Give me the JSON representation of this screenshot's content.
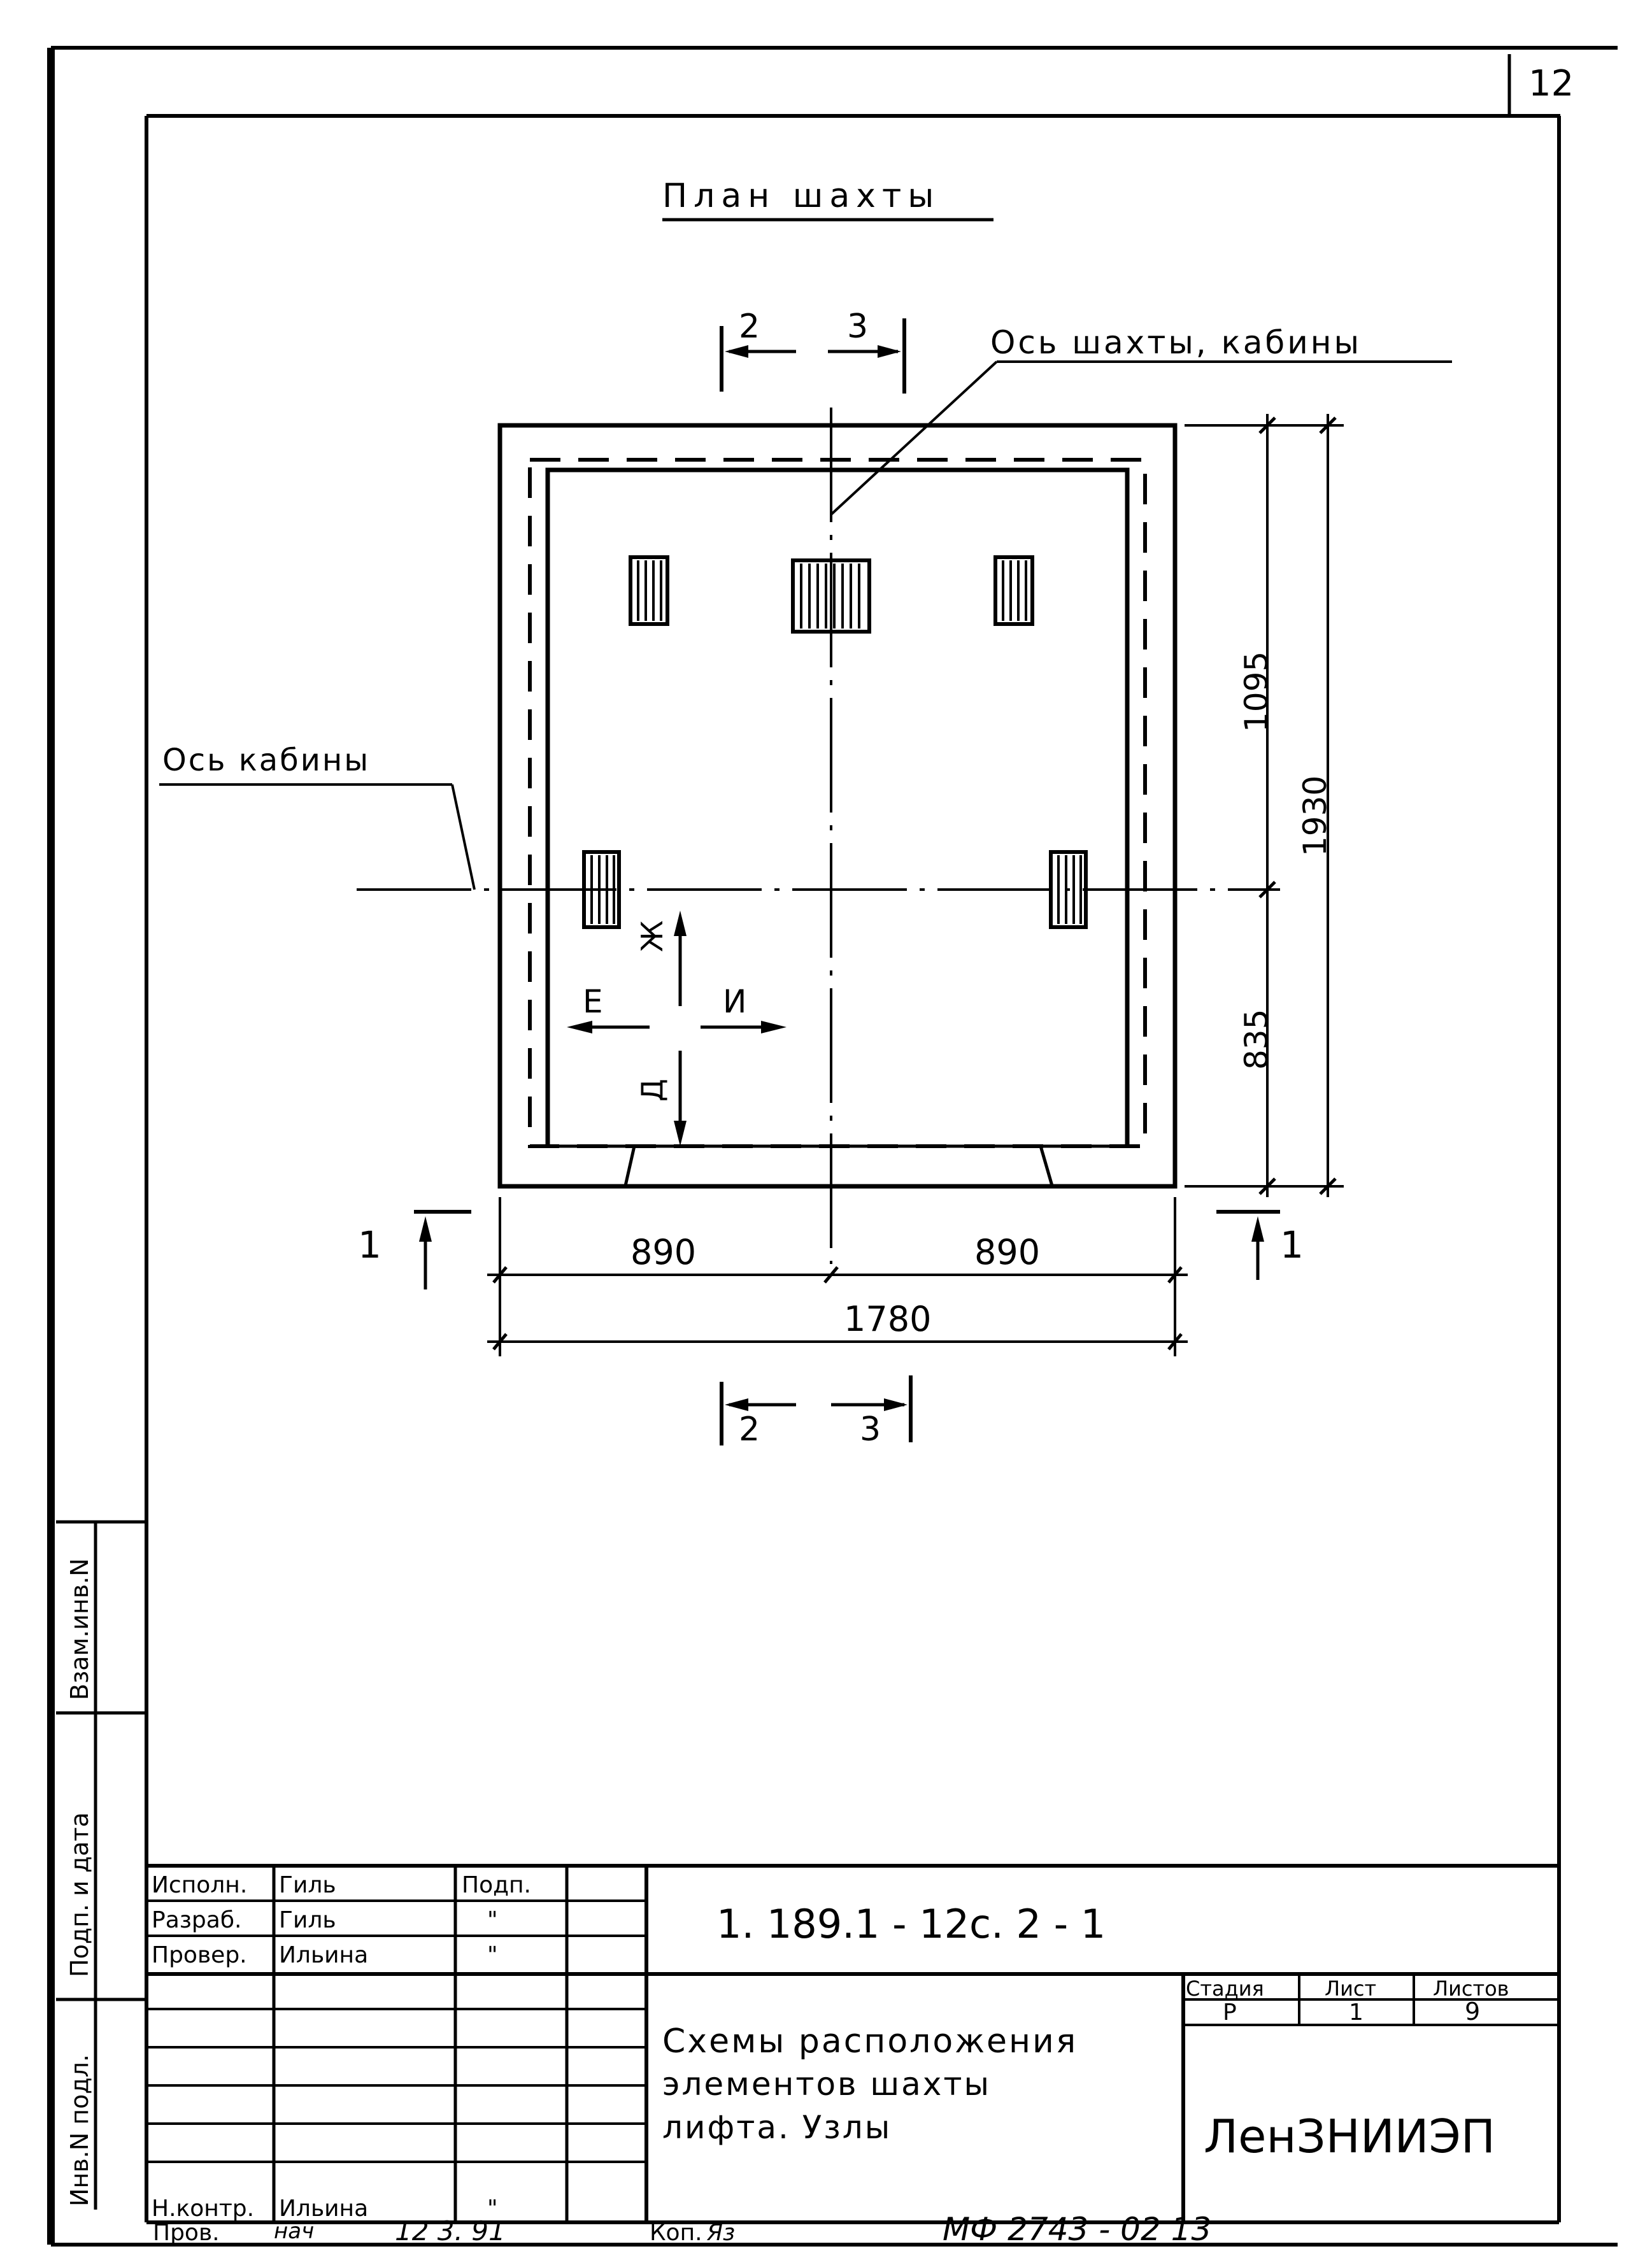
{
  "sheet_number": "12",
  "plan_title": "План шахты",
  "labels": {
    "shaft_cabin_axis": "Ось шахты, кабины",
    "cabin_axis": "Ось кабины"
  },
  "section_marks": {
    "section_1": "1",
    "section_2": "2",
    "section_3": "3"
  },
  "direction_labels": {
    "left": "Е",
    "right": "И",
    "up": "Ж",
    "down": "Д"
  },
  "dimensions": {
    "half_width_left": "890",
    "half_width_right": "890",
    "total_width": "1780",
    "upper_height": "1095",
    "lower_height": "835",
    "total_height": "1930"
  },
  "side_stamp": {
    "replace_inv": "Взам.инв.N",
    "sign_date": "Подп. и дата",
    "inv_original": "Инв.N подл."
  },
  "title_block": {
    "designation": "1. 189.1 - 12с. 2 - 1",
    "drawing_title": [
      "Схемы расположения",
      "элементов шахты",
      "лифта.   Узлы"
    ],
    "roles": [
      {
        "role": "Исполн.",
        "name": "Гиль",
        "sign": "Подп."
      },
      {
        "role": "Разраб.",
        "name": "Гиль",
        "sign": "\""
      },
      {
        "role": "Провер.",
        "name": "Ильина",
        "sign": "\""
      }
    ],
    "norm_control": {
      "role": "Н.контр.",
      "name": "Ильина",
      "sign": "\""
    },
    "headers": {
      "stage": "Стадия",
      "sheet": "Лист",
      "sheets": "Листов"
    },
    "values": {
      "stage": "Р",
      "sheet": "1",
      "sheets": "9"
    },
    "organization": "ЛенЗНИИЭП"
  },
  "footer": {
    "checked_label": "Пров.",
    "checked_signature": "нач",
    "checked_date": "12  3. 91",
    "copied_label": "Коп.",
    "copied_signature": "Яз",
    "archive_number": "МФ 2743 - 02  13"
  }
}
